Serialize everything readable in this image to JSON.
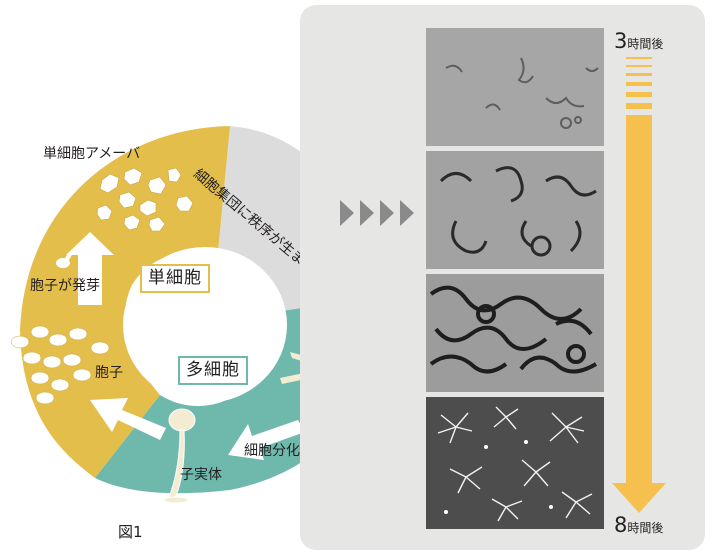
{
  "cycle": {
    "label_amoeba": "単細胞アメーバ",
    "label_germination": "胞子が発芽",
    "label_spore": "胞子",
    "label_unicellular": "単細胞",
    "label_multicellular": "多細胞",
    "label_differentiation": "細胞分化",
    "label_fruiting_body": "子実体",
    "label_order": "細胞集団に秩序が生まれる",
    "colors": {
      "unicellular": "#e4be4a",
      "multicellular": "#6fb8ac",
      "transition": "#dcdcdc"
    }
  },
  "timeline": {
    "start_num": "3",
    "start_unit": "時間後",
    "end_num": "8",
    "end_unit": "時間後",
    "arrow_color": "#f6c04f"
  },
  "figure_label": "図1"
}
